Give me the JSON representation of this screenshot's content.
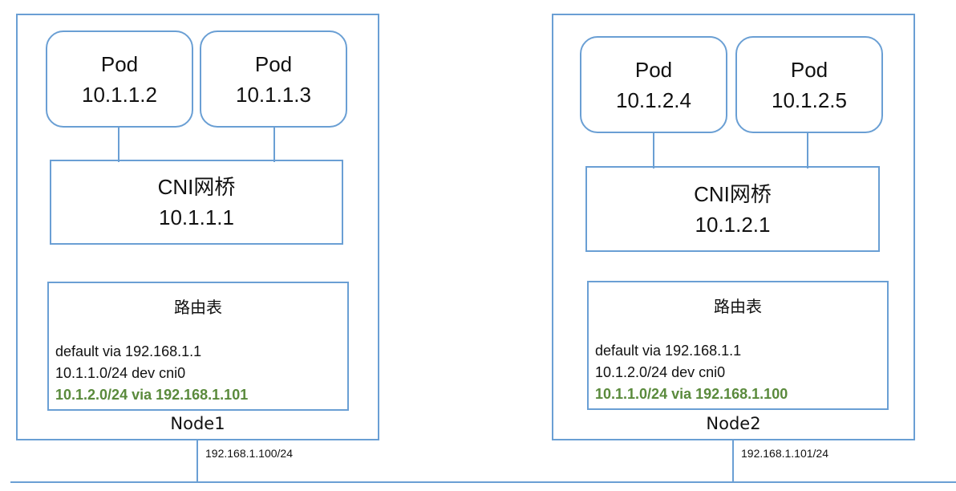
{
  "nodes": [
    {
      "name": "Node1",
      "pods": [
        {
          "label": "Pod",
          "ip": "10.1.1.2"
        },
        {
          "label": "Pod",
          "ip": "10.1.1.3"
        }
      ],
      "bridge": {
        "label": "CNI网桥",
        "ip": "10.1.1.1"
      },
      "route_table": {
        "title": "路由表",
        "routes": [
          "default via 192.168.1.1",
          "10.1.1.0/24 dev cni0"
        ],
        "highlight_route": "10.1.2.0/24 via 192.168.1.101"
      },
      "host_ip": "192.168.1.100/24"
    },
    {
      "name": "Node2",
      "pods": [
        {
          "label": "Pod",
          "ip": "10.1.2.4"
        },
        {
          "label": "Pod",
          "ip": "10.1.2.5"
        }
      ],
      "bridge": {
        "label": "CNI网桥",
        "ip": "10.1.2.1"
      },
      "route_table": {
        "title": "路由表",
        "routes": [
          "default via 192.168.1.1",
          "10.1.2.0/24 dev cni0"
        ],
        "highlight_route": "10.1.1.0/24 via 192.168.1.100"
      },
      "host_ip": "192.168.1.101/24"
    }
  ],
  "colors": {
    "border": "#6a9fd4",
    "highlight": "#5a8a3c"
  }
}
